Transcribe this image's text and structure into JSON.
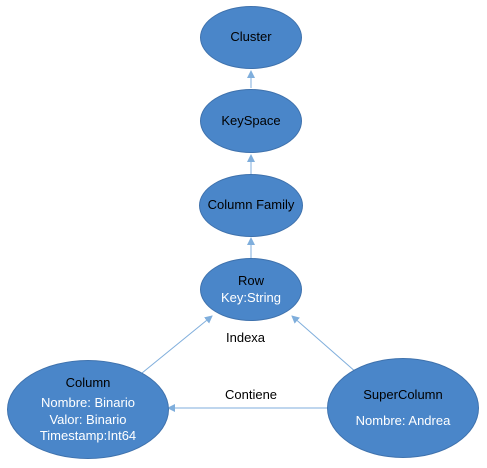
{
  "colors": {
    "node_fill": "#4a86c9",
    "node_stroke": "#3f72ad",
    "arrow": "#7faedc"
  },
  "nodes": {
    "cluster": {
      "title": "Cluster"
    },
    "keyspace": {
      "title": "KeySpace"
    },
    "column_family": {
      "title": "Column Family"
    },
    "row": {
      "title": "Row",
      "subtitle": "Key:String"
    },
    "column": {
      "title": "Column",
      "lines": [
        "Nombre: Binario",
        "Valor: Binario",
        "Timestamp:Int64"
      ]
    },
    "super_column": {
      "title": "SuperColumn",
      "lines": [
        "Nombre: Andrea"
      ]
    }
  },
  "edge_labels": {
    "indexa": "Indexa",
    "contiene": "Contiene"
  }
}
